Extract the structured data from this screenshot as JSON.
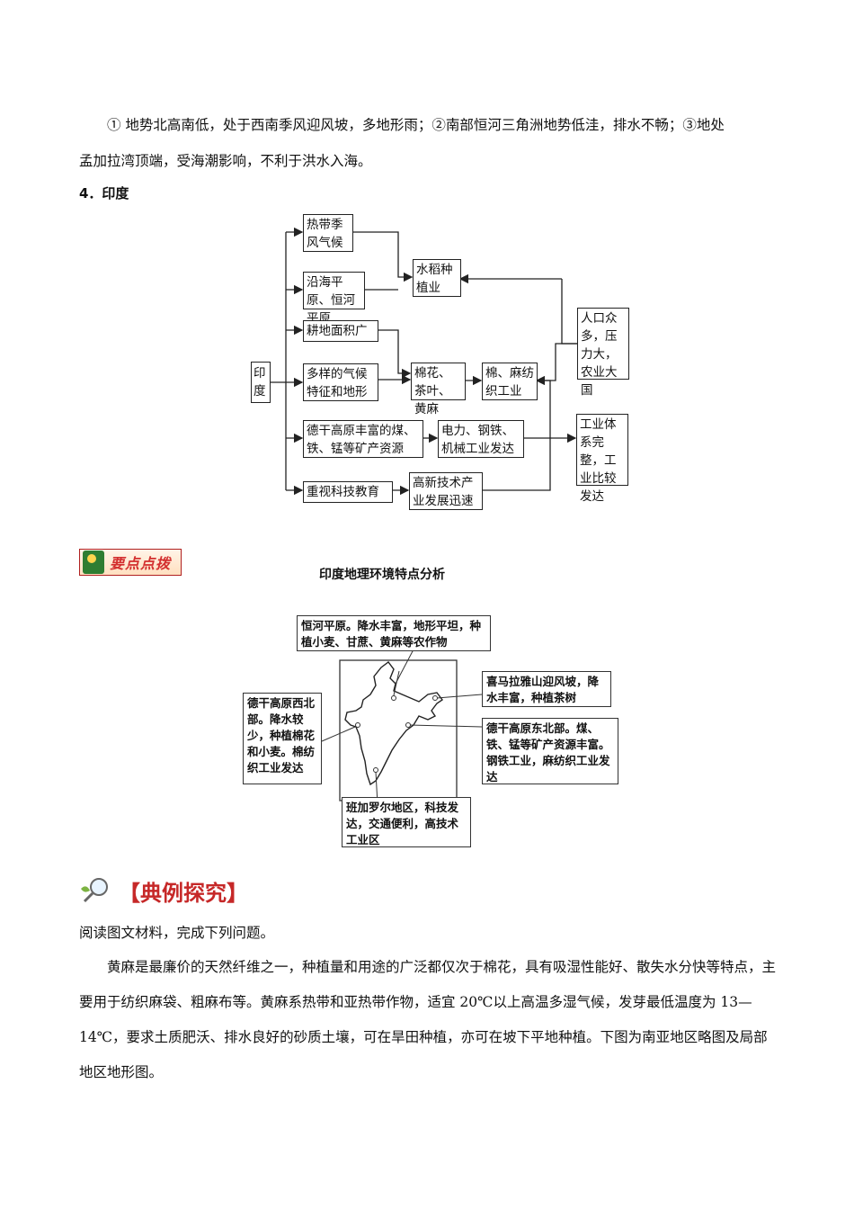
{
  "intro_paragraph": {
    "line1": "① 地势北高南低，处于西南季风迎风坡，多地形雨；②南部恒河三角洲地势低洼，排水不畅；③地处",
    "line2": "孟加拉湾顶端，受海潮影响，不利于洪水入海。"
  },
  "section_heading": "4．印度",
  "flowchart": {
    "root": "印度",
    "factors": [
      "热带季风气候",
      "沿海平原、恒河平原",
      "耕地面积广",
      "多样的气候特征和地形",
      "德干高原丰富的煤、铁、锰等矿产资源",
      "重视科技教育"
    ],
    "rice": "水稻种植业",
    "crops": "棉花、茶叶、黄麻",
    "textile": "棉、麻纺织工业",
    "population": "人口众多，压力大，农业大国",
    "heavy_industry": "电力、钢铁、机械工业发达",
    "industrial_system": "工业体系完整，工业比较发达",
    "hitech": "高新技术产业发展迅速"
  },
  "badge_text": "要点点拨",
  "map_figure": {
    "title": "印度地理环境特点分析",
    "ganges": "恒河平原。降水丰富，地形平坦，种植小麦、甘蔗、黄麻等农作物",
    "himalaya": "喜马拉雅山迎风坡，降水丰富，种植茶树",
    "deccan_nw": "德干高原西北部。降水较少，种植棉花和小麦。棉纺织工业发达",
    "deccan_ne": "德干高原东北部。煤、铁、锰等矿产资源丰富。钢铁工业，麻纺织工业发达",
    "bangalore": "班加罗尔地区，科技发达，交通便利，高技术工业区"
  },
  "explore_title": "【典例探究】",
  "question_intro": "阅读图文材料，完成下列问题。",
  "jute_paragraph": "黄麻是最廉价的天然纤维之一，种植量和用途的广泛都仅次于棉花，具有吸湿性能好、散失水分快等特点，主要用于纺织麻袋、粗麻布等。黄麻系热带和亚热带作物，适宜 20℃以上高温多湿气候，发芽最低温度为 13—14℃，要求土质肥沃、排水良好的砂质土壤，可在旱田种植，亦可在坡下平地种植。下图为南亚地区略图及局部地区地形图。"
}
